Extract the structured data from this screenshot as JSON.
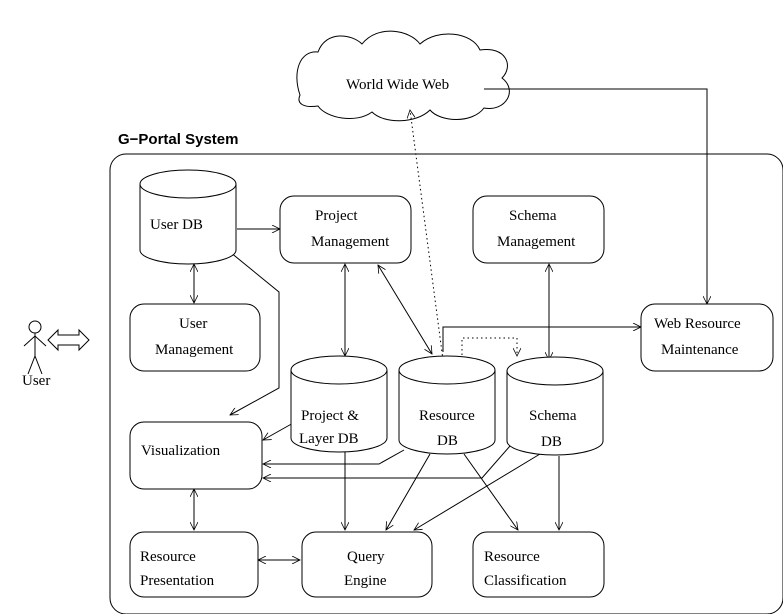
{
  "cloud": {
    "label": "World Wide Web"
  },
  "system": {
    "title": "G−Portal System"
  },
  "user": {
    "label": "User"
  },
  "components": {
    "user_db": [
      "User DB"
    ],
    "project_management": [
      "Project",
      "Management"
    ],
    "schema_management": [
      "Schema",
      "Management"
    ],
    "user_management": [
      "User",
      "Management"
    ],
    "web_resource_maintenance": [
      "Web Resource",
      "Maintenance"
    ],
    "project_layer_db": [
      "Project &",
      "Layer DB"
    ],
    "resource_db": [
      "Resource",
      "DB"
    ],
    "schema_db": [
      "Schema",
      "DB"
    ],
    "visualization": [
      "Visualization"
    ],
    "resource_presentation": [
      "Resource",
      "Presentation"
    ],
    "query_engine": [
      "Query",
      "Engine"
    ],
    "resource_classification": [
      "Resource",
      "Classification"
    ]
  },
  "colors": {
    "stroke": "#000000",
    "background": "#ffffff"
  }
}
